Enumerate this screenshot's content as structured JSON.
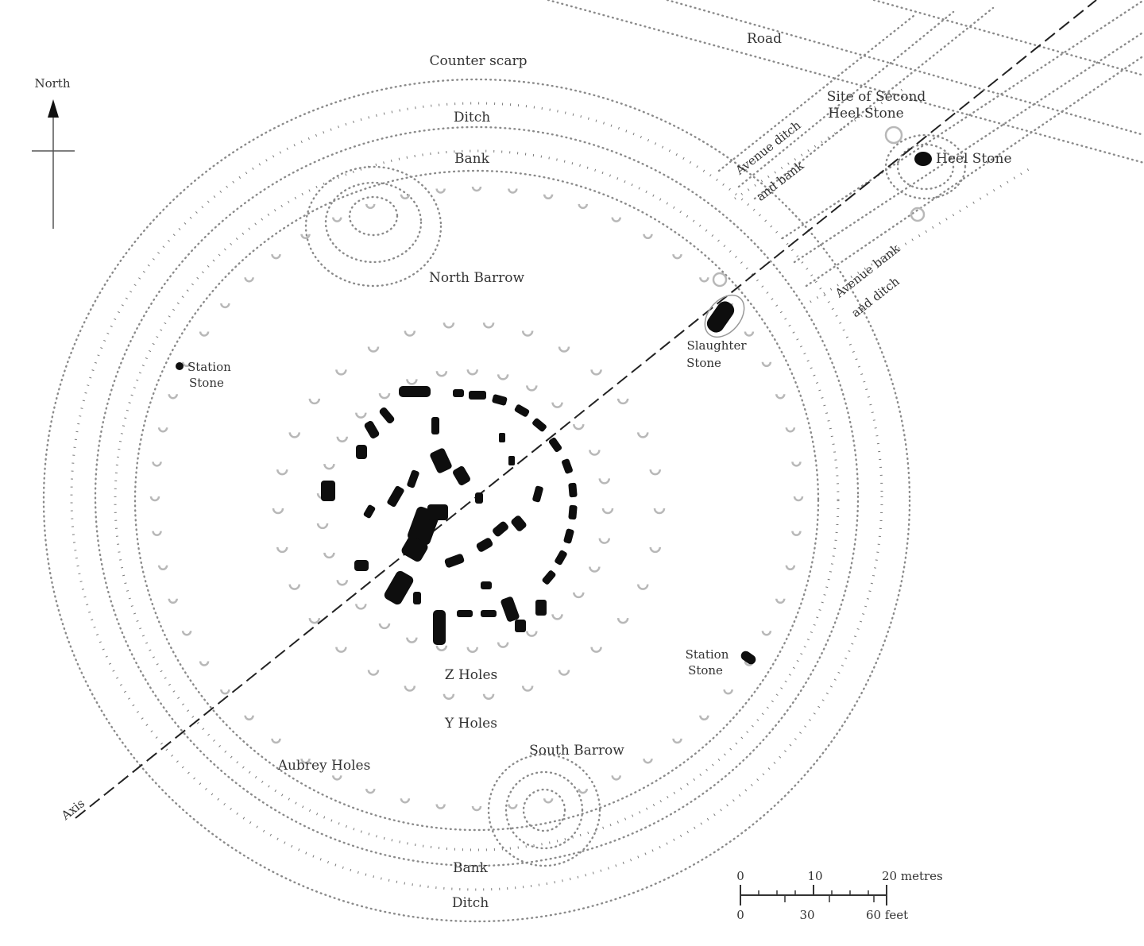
{
  "plan": {
    "north": "North",
    "road": "Road",
    "counterscarp": "Counter scarp",
    "ditch_top": "Ditch",
    "bank_top": "Bank",
    "north_barrow": "North Barrow",
    "site_second_heel_1": "Site of Second",
    "site_second_heel_2": "Heel Stone",
    "heel_stone": "Heel Stone",
    "avenue_ditch_1_a": "Avenue ditch",
    "avenue_ditch_1_b": "and bank",
    "avenue_bank_2_a": "Avenue bank",
    "avenue_bank_2_b": "and ditch",
    "slaughter_1": "Slaughter",
    "slaughter_2": "Stone",
    "station_nw_1": "Station",
    "station_nw_2": "Stone",
    "station_se_1": "Station",
    "station_se_2": "Stone",
    "z_holes": "Z Holes",
    "y_holes": "Y Holes",
    "south_barrow": "South Barrow",
    "aubrey_holes": "Aubrey Holes",
    "axis": "Axis",
    "bank_bottom": "Bank",
    "ditch_bottom": "Ditch"
  },
  "scale": {
    "metres": [
      "0",
      "10",
      "20 metres"
    ],
    "feet": [
      "0",
      "30",
      "60 feet"
    ]
  }
}
